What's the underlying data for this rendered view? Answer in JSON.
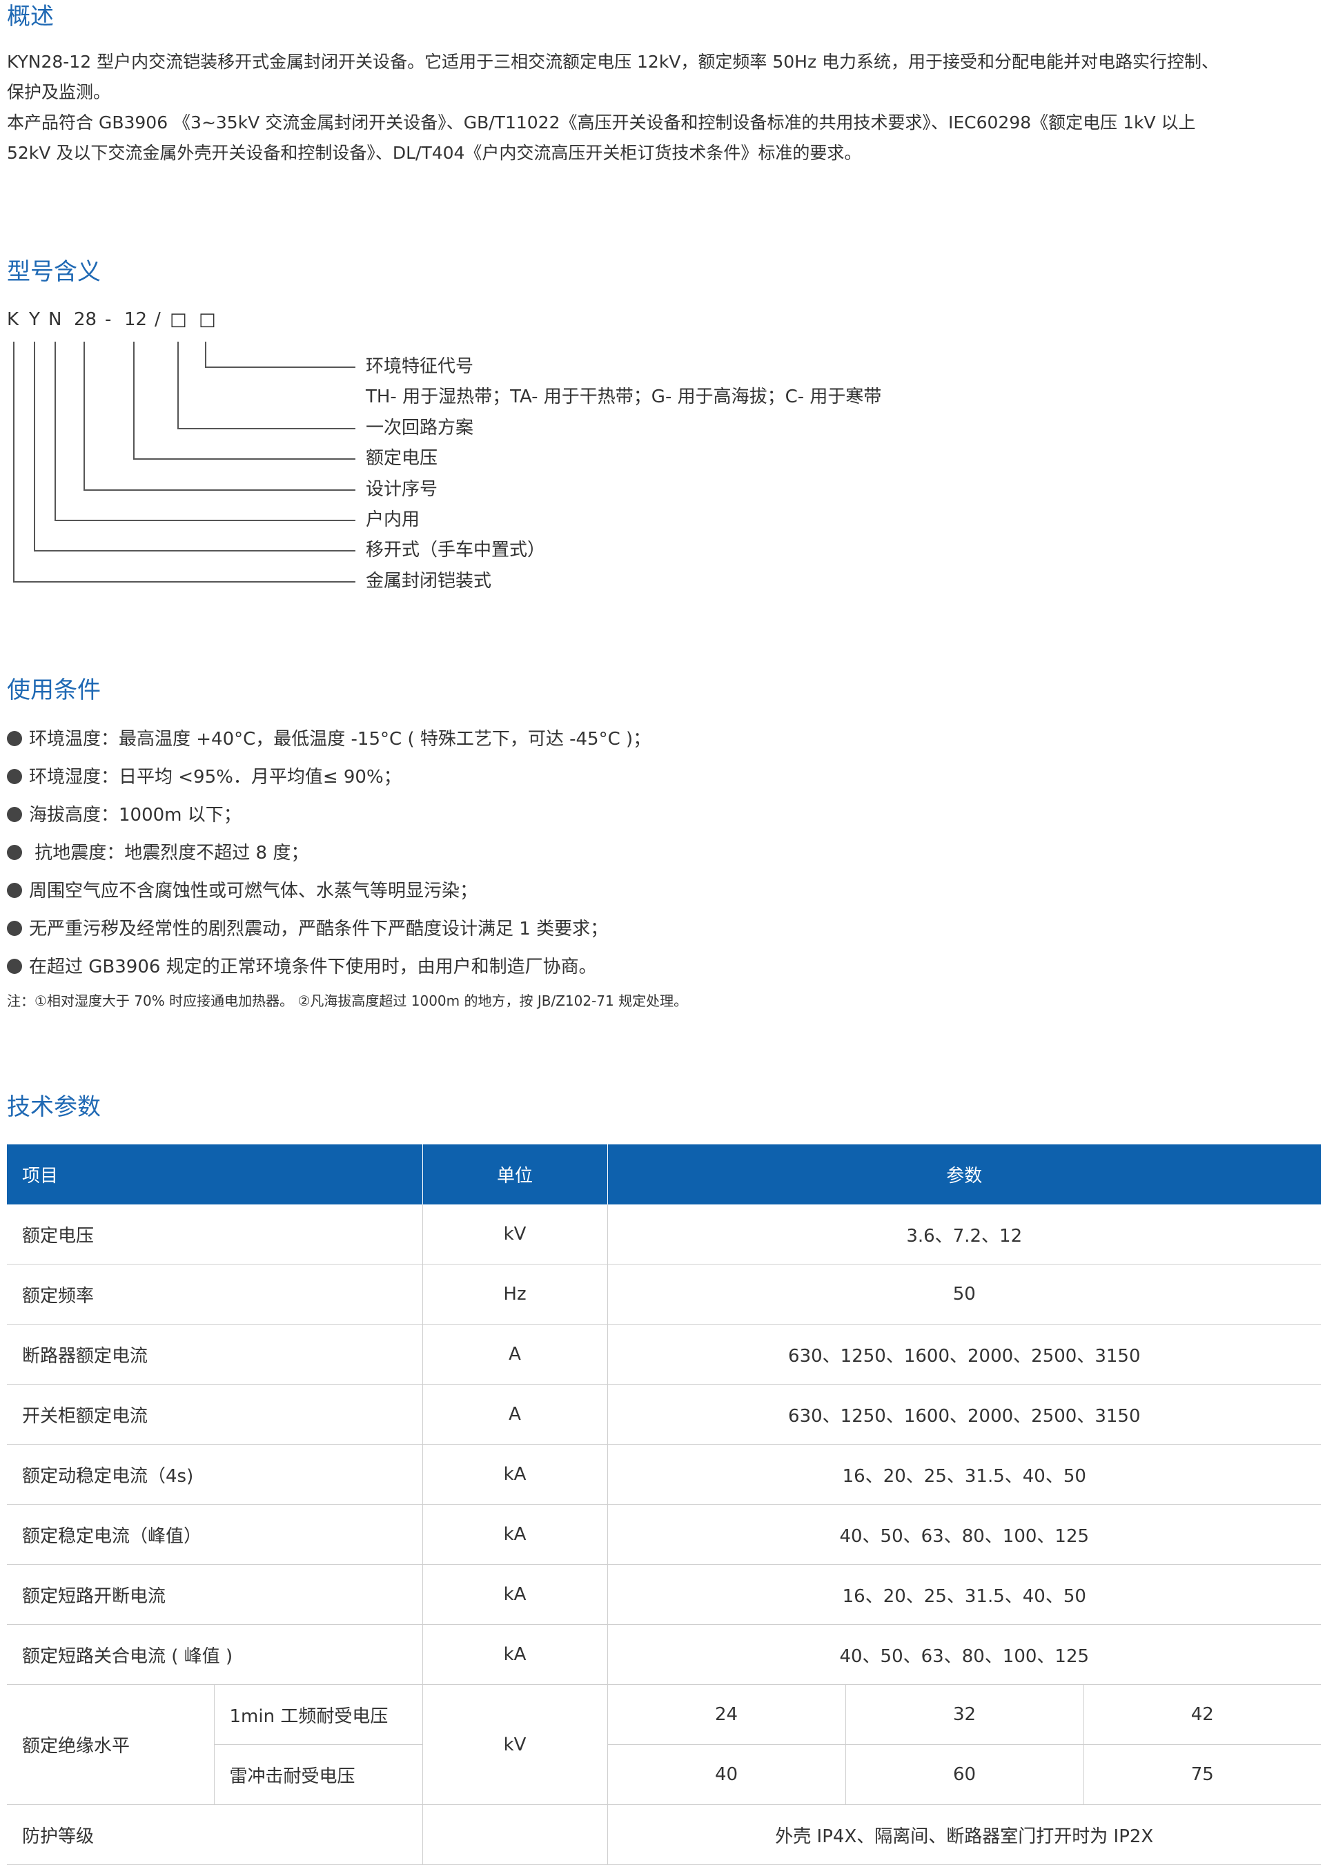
{
  "overview": {
    "title": "概述",
    "para1_line1": "KYN28-12 型户内交流铠装移开式金属封闭开关设备。它适用于三相交流额定电压 12kV，额定频率 50Hz 电力系统，用于接受和分配电能并对电路实行控制、",
    "para1_line2": "保护及监测。",
    "para2_line1": "本产品符合 GB3906 《3~35kV 交流金属封闭开关设备》、GB/T11022《高压开关设备和控制设备标准的共用技术要求》、IEC60298《额定电压 1kV 以上",
    "para2_line2": "52kV 及以下交流金属外壳开关设备和控制设备》、DL/T404《户内交流高压开关柜订货技术条件》标准的要求。"
  },
  "model": {
    "title": "型号含义",
    "letters": [
      "K",
      "Y",
      "N",
      "28",
      "-",
      "12",
      "/",
      "□",
      "□"
    ],
    "legend": [
      "环境特征代号",
      "TH- 用于湿热带；TA- 用于干热带；G- 用于高海拔；C- 用于寒带",
      "一次回路方案",
      "额定电压",
      "设计序号",
      "户内用",
      "移开式（手车中置式）",
      "金属封闭铠装式"
    ]
  },
  "conditions": {
    "title": "使用条件",
    "items": [
      "环境温度：最高温度 +40°C，最低温度 -15°C ( 特殊工艺下，可达 -45°C )；",
      "环境湿度：日平均 <95%．月平均值≤ 90%；",
      "海拔高度：1000m 以下；",
      " 抗地震度：地震烈度不超过 8 度；",
      "周围空气应不含腐蚀性或可燃气体、水蒸气等明显污染；",
      "无严重污秽及经常性的剧烈震动，严酷条件下严酷度设计满足 1 类要求；",
      "在超过 GB3906 规定的正常环境条件下使用时，由用户和制造厂协商。"
    ],
    "note": "注：①相对湿度大于 70% 时应接通电加热器。 ②凡海拔高度超过 1000m 的地方，按 JB/Z102-71 规定处理。"
  },
  "tech": {
    "title": "技术参数",
    "header": {
      "item": "项目",
      "unit": "单位",
      "param": "参数"
    },
    "rows": [
      {
        "item": "额定电压",
        "unit": "kV",
        "value": "3.6、7.2、12"
      },
      {
        "item": "额定频率",
        "unit": "Hz",
        "value": "50"
      },
      {
        "item": "断路器额定电流",
        "unit": "A",
        "value": "630、1250、1600、2000、2500、3150"
      },
      {
        "item": "开关柜额定电流",
        "unit": "A",
        "value": "630、1250、1600、2000、2500、3150"
      },
      {
        "item": "额定动稳定电流（4s)",
        "unit": "kA",
        "value": "16、20、25、31.5、40、50"
      },
      {
        "item": "额定稳定电流（峰值）",
        "unit": "kA",
        "value": "40、50、63、80、100、125"
      },
      {
        "item": "额定短路开断电流",
        "unit": "kA",
        "value": "16、20、25、31.5、40、50"
      },
      {
        "item": "额定短路关合电流 ( 峰值 )",
        "unit": "kA",
        "value": "40、50、63、80、100、125"
      }
    ],
    "insulation": {
      "item": "额定绝缘水平",
      "unit": "kV",
      "sub1": {
        "label": "1min 工频耐受电压",
        "values": [
          "24",
          "32",
          "42"
        ]
      },
      "sub2": {
        "label": "雷冲击耐受电压",
        "values": [
          "40",
          "60",
          "75"
        ]
      }
    },
    "protection": {
      "item": "防护等级",
      "value": "外壳 IP4X、隔离间、断路器室门打开时为 IP2X"
    }
  }
}
